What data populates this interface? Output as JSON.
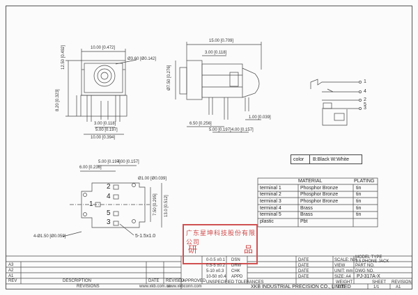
{
  "drawing": {
    "top_view": {
      "dim_width": "10.00 [0.472]",
      "dim_hole": "Ø3.60 [Ø0.142]",
      "dim_height": "12.50 [0.492]",
      "dim_side": "8.20 [0.323]",
      "dim_pin1": "3.00 [0.118]",
      "dim_pin2": "5.00 [0.197]",
      "dim_base": "10.00 [0.394]"
    },
    "side_view": {
      "dim_length": "15.00 [0.709]",
      "dim_top": "3.00 [0.118]",
      "dim_height": "Ø7.50 [0.276]",
      "dim_pin_a": "6.50 [0.256]",
      "dim_pin_b": "5.00 [0.197]",
      "dim_pin_c": "4.00 [0.157]",
      "dim_right": "1.00 [0.039]"
    },
    "schematic": {
      "pins": [
        "1",
        "4",
        "2",
        "5",
        "3"
      ]
    },
    "pcb_layout": {
      "dim_a": "6.00 [0.236]",
      "dim_b": "5.00 [0.197]",
      "dim_c": "4.00 [0.157]",
      "dim_hole": "Ø1.00 [Ø0.039]",
      "dim_side1": "7.50 [0.295]",
      "dim_side2": "13.0 [0.512]",
      "dim_slot": "4-Ø1.50 [Ø0.059]",
      "slot_label": "5-1.5x1.0",
      "pin_labels": [
        "2",
        "4",
        "1",
        "5",
        "3"
      ]
    }
  },
  "color_box": {
    "label": "color",
    "value": "B:Black  W:White"
  },
  "material_table": {
    "headers": [
      "MATERIAL",
      "PLATING"
    ],
    "rows": [
      {
        "part": "terminal 1",
        "material": "Phosphor Bronze",
        "plating": "tin"
      },
      {
        "part": "terminal 2",
        "material": "Phosphor Bronze",
        "plating": "tin"
      },
      {
        "part": "terminal 3",
        "material": "Phosphor Bronze",
        "plating": "tin"
      },
      {
        "part": "terminal 4",
        "material": "Brass",
        "plating": "tin"
      },
      {
        "part": "terminal 5",
        "material": "Brass",
        "plating": "tin"
      },
      {
        "part": "plastic",
        "material": "Pbt",
        "plating": ""
      }
    ]
  },
  "stamp": {
    "line1": "广东星坤科技股份有限公司",
    "left": "研",
    "right": "品"
  },
  "title_block": {
    "scale_label": "SCALE: N/A",
    "model_label": "MODEL TYPE",
    "model_value": "3.5 PHONE JACK",
    "view_label": "VIEW",
    "part_label": "PART NO.",
    "unit_label": "UNIT: mm",
    "dwg_label": "DWG NO.",
    "size_label": "SIZE: A4",
    "dwg_value": "PJ-317A-X",
    "weight_label": "WEIGHT",
    "sheet_label": "SHEET",
    "revision_label": "REVISION",
    "weight_value": "T.09",
    "sheet_value": "1/1",
    "revision_value": "A1",
    "company": "XKB INDUSTRIAL PRECISION CO., LIMITED",
    "date_labels": [
      "DATE",
      "DATE",
      "DATE",
      "DATE",
      "DATE"
    ],
    "role_labels": [
      "DSN",
      "DRW",
      "CHK",
      "APPD"
    ],
    "tolerance_title": "UNSPECIFIED TOLERANCES",
    "tolerances": [
      "0-0.5  ±0.1",
      "0.5-5  ±0.2",
      "5-10  ±0.3",
      "10-50  ±0.4"
    ],
    "revisions_header": "REVISIONS",
    "rev_rows": [
      "A3",
      "A2",
      "A1"
    ],
    "rev_cols": [
      "REV",
      "DESCRIPTION",
      "DATE",
      "REVISED",
      "APPROVED"
    ],
    "website": "www.xkb.com.cn",
    "website2": "www.xkbconn.com"
  }
}
